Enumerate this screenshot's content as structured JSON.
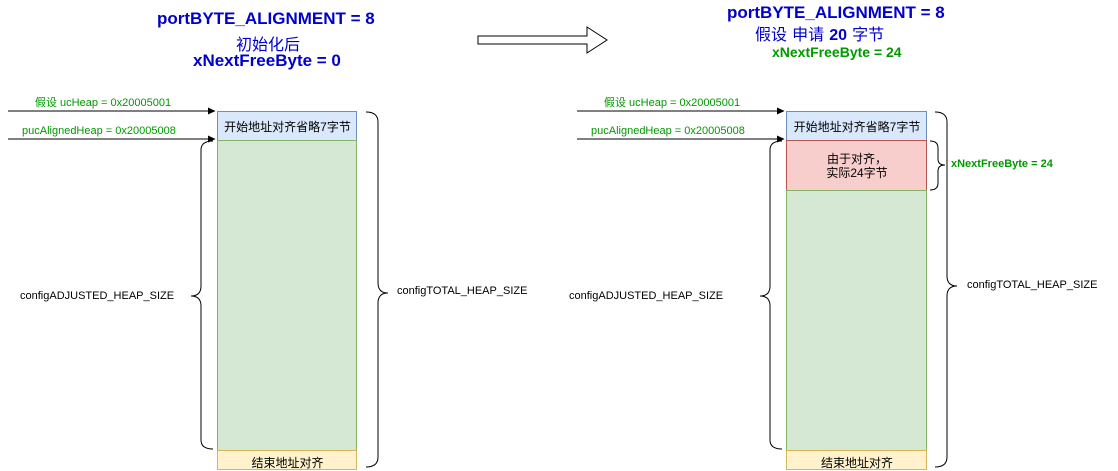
{
  "colors": {
    "title_blue": "#0000CC",
    "label_green": "#009900",
    "start_block_fill": "#DAE8FC",
    "start_block_stroke": "#6C8EBF",
    "heap_fill": "#D5E8D4",
    "heap_stroke": "#82B366",
    "end_block_fill": "#FFF2CC",
    "end_block_stroke": "#D6B656",
    "alloc_fill": "#F8CECC",
    "alloc_stroke": "#B85450"
  },
  "left": {
    "title_line1": "portBYTE_ALIGNMENT = 8",
    "title_line2": "初始化后",
    "title_line3": "xNextFreeByte = 0",
    "label_ucheap": "假设 ucHeap = 0x20005001",
    "label_aligned": "pucAlignedHeap  = 0x20005008",
    "start_block": "开始地址对齐省略7字节",
    "end_block": "结束地址对齐",
    "adjusted_label": "configADJUSTED_HEAP_SIZE",
    "total_label": "configTOTAL_HEAP_SIZE"
  },
  "right": {
    "title_line1": "portBYTE_ALIGNMENT = 8",
    "title_line2_pre": "假设 申请 ",
    "title_line2_num": "20",
    "title_line2_post": " 字节",
    "title_line3": "xNextFreeByte = 24",
    "label_ucheap": "假设 ucHeap = 0x20005001",
    "label_aligned": "pucAlignedHeap  = 0x20005008",
    "start_block": "开始地址对齐省略7字节",
    "alloc_line1": "由于对齐，",
    "alloc_line2": "实际24字节",
    "next_free_label": "xNextFreeByte = 24",
    "end_block": "结束地址对齐",
    "adjusted_label": "configADJUSTED_HEAP_SIZE",
    "total_label": "configTOTAL_HEAP_SIZE"
  },
  "icons": {
    "transition_arrow": "hollow-right-arrow"
  }
}
